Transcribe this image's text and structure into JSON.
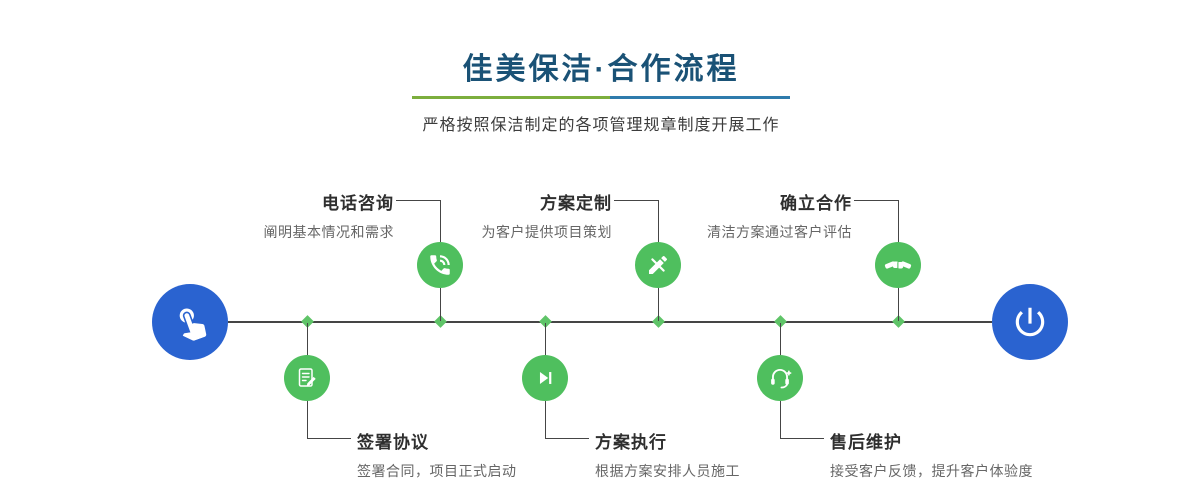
{
  "header": {
    "title": "佳美保洁·合作流程",
    "subtitle": "严格按照保洁制定的各项管理规章制度开展工作"
  },
  "colors": {
    "title_text": "#1a5276",
    "divider_green": "#7cae3d",
    "divider_blue": "#2f7bac",
    "endpoint_blue": "#2a63d0",
    "step_green": "#4fbf5e",
    "diamond_green": "#5fc468",
    "line_dark": "#454545",
    "label_text": "#2f2f2f",
    "desc_text": "#666666"
  },
  "timeline": {
    "start_icon": "pointing-hand-icon",
    "end_icon": "power-icon"
  },
  "steps_top": [
    {
      "label": "电话咨询",
      "desc": "阐明基本情况和需求",
      "icon": "phone-icon"
    },
    {
      "label": "方案定制",
      "desc": "为客户提供项目策划",
      "icon": "pencil-ruler-icon"
    },
    {
      "label": "确立合作",
      "desc": "清洁方案通过客户评估",
      "icon": "handshake-icon"
    }
  ],
  "steps_bottom": [
    {
      "label": "签署协议",
      "desc": "签署合同，项目正式启动",
      "icon": "contract-icon"
    },
    {
      "label": "方案执行",
      "desc": "根据方案安排人员施工",
      "icon": "play-next-icon"
    },
    {
      "label": "售后维护",
      "desc": "接受客户反馈，提升客户体验度",
      "icon": "headset-support-icon"
    }
  ]
}
